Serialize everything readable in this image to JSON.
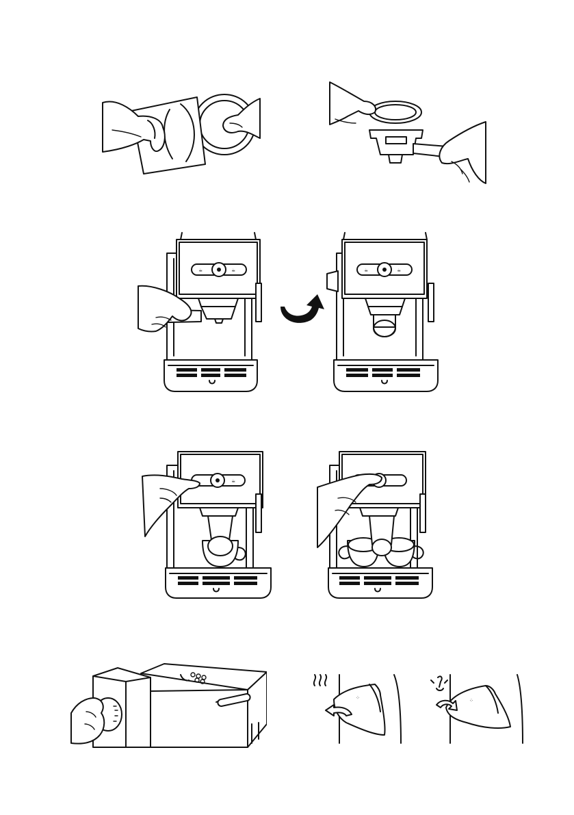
{
  "figures": [
    {
      "id": "fig-1"
    },
    {
      "id": "fig-2"
    },
    {
      "id": "fig-3"
    },
    {
      "id": "fig-4"
    },
    {
      "id": "fig-5"
    },
    {
      "id": "fig-6"
    },
    {
      "id": "fig-7"
    },
    {
      "id": "fig-8"
    },
    {
      "id": "fig-9"
    }
  ]
}
